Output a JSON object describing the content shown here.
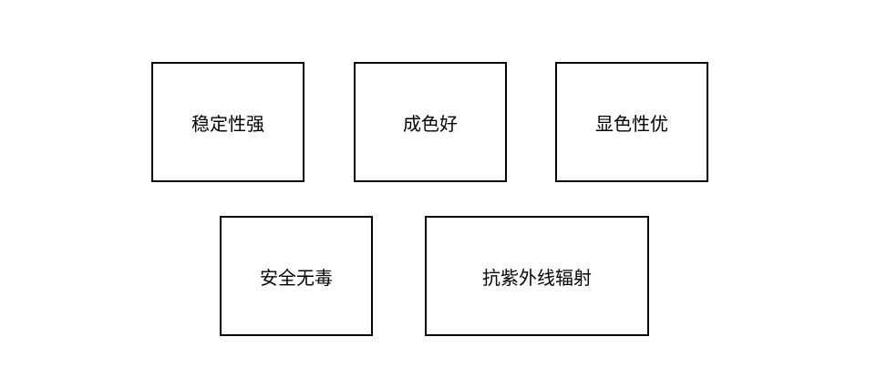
{
  "boxes": [
    {
      "label": "稳定性强"
    },
    {
      "label": "成色好"
    },
    {
      "label": "显色性优"
    },
    {
      "label": "安全无毒"
    },
    {
      "label": "抗紫外线辐射"
    }
  ],
  "colors": {
    "border": "#000000",
    "background": "#ffffff",
    "text": "#000000"
  }
}
